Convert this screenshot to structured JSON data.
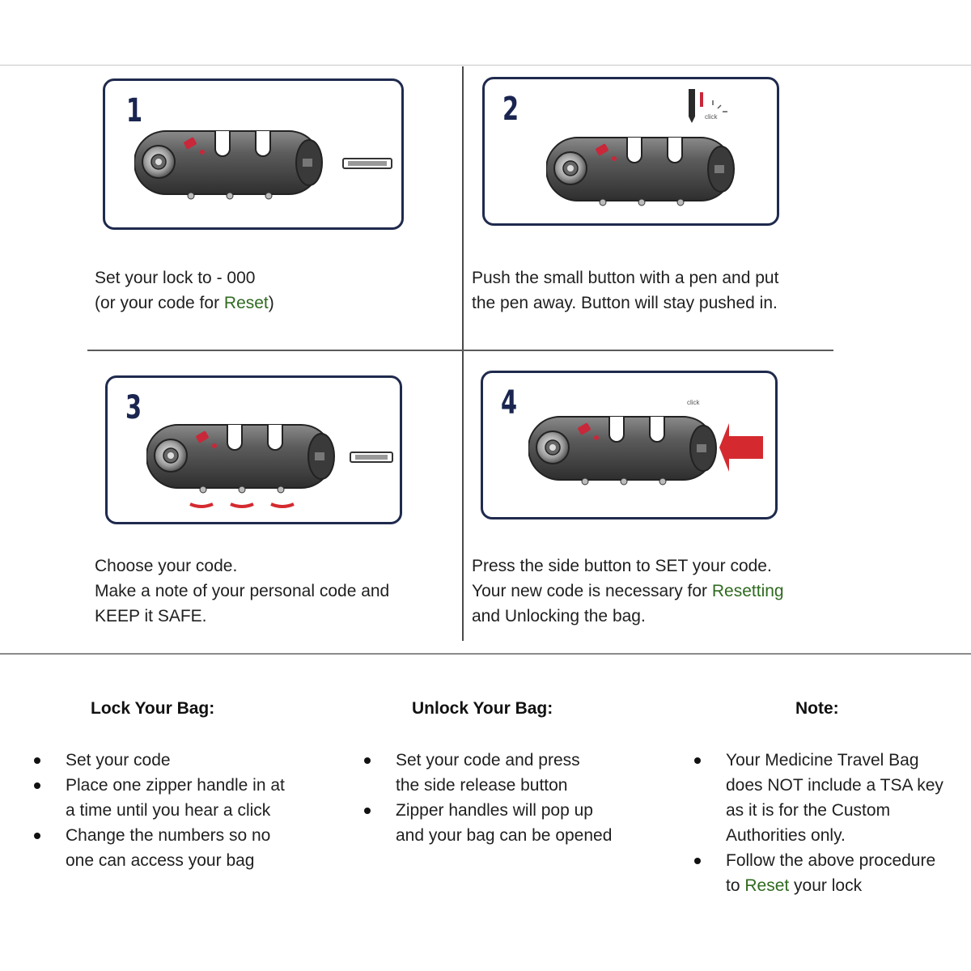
{
  "steps": [
    {
      "number": "1",
      "caption_line1": "Set your lock to - 000",
      "caption_line2_pre": "(or your code for ",
      "caption_line2_link": "Reset",
      "caption_line2_post": ")"
    },
    {
      "number": "2",
      "caption_line1": "Push the small button with a pen and put",
      "caption_line2": "the pen away. Button will stay pushed in.",
      "click_label": "click"
    },
    {
      "number": "3",
      "caption_line1": "Choose your code.",
      "caption_line2": "Make a note of your personal code and",
      "caption_line3": "KEEP it SAFE."
    },
    {
      "number": "4",
      "caption_line1": "Press the side button to SET your code.",
      "caption_line2_pre": "Your new code is necessary for ",
      "caption_line2_link": "Resetting",
      "caption_line3": "and Unlocking the bag.",
      "click_label": "click"
    }
  ],
  "lock_bag": {
    "title": "Lock Your Bag:",
    "items": [
      [
        "Set your code"
      ],
      [
        "Place one zipper handle in at",
        "a time until you hear a click"
      ],
      [
        "Change the numbers so no",
        "one can access your bag"
      ]
    ]
  },
  "unlock_bag": {
    "title": "Unlock Your Bag:",
    "items": [
      [
        "Set your code and press",
        "the side release button"
      ],
      [
        "Zipper handles will pop up",
        "and your bag can be opened"
      ]
    ]
  },
  "note": {
    "title": "Note:",
    "item1": [
      "Your Medicine Travel Bag",
      "does NOT include a TSA key",
      "as it is for the Custom",
      "Authorities only."
    ],
    "item2_line1": "Follow the above procedure",
    "item2_pre": "to ",
    "item2_link": "Reset",
    "item2_post": " your lock"
  },
  "colors": {
    "panel_border": "#1f2a4d",
    "step_number": "#1a2550",
    "accent_green": "#2f6a1f",
    "arrow_red": "#d42a2f"
  }
}
